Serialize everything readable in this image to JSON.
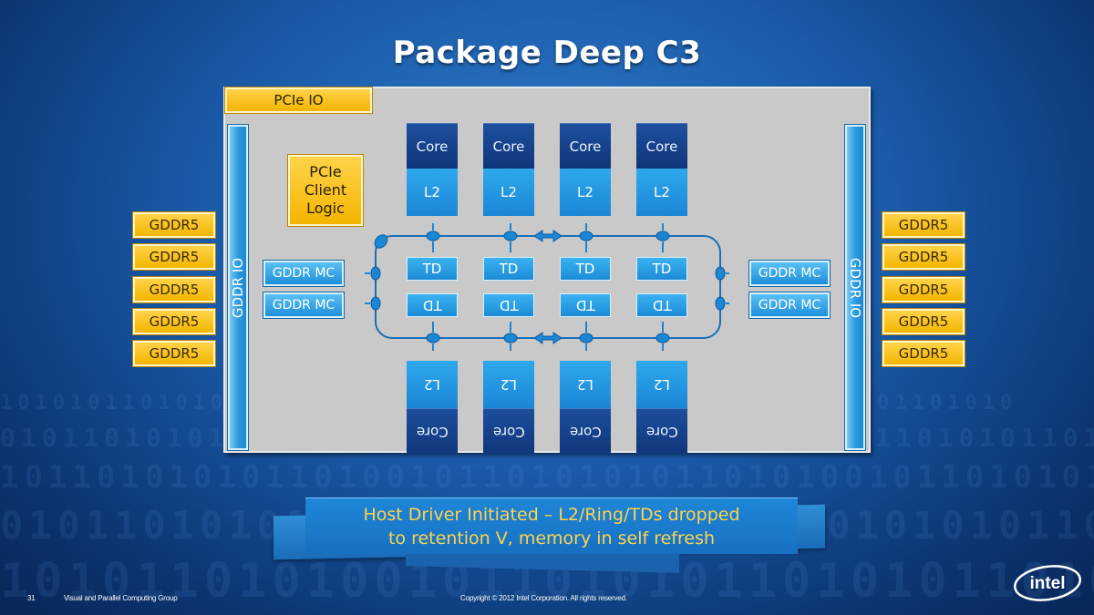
{
  "slide": {
    "title": "Package Deep C3",
    "page_number": "31",
    "group": "Visual and Parallel Computing Group",
    "copyright": "Copyright © 2012 Intel Corporation. All rights reserved.",
    "logo_text": "intel"
  },
  "diagram": {
    "pcie_io": "PCIe IO",
    "pcie_logic": [
      "PCIe",
      "Client",
      "Logic"
    ],
    "io_left": "GDDR IO",
    "io_right": "GDDR IO",
    "mc_left": [
      "GDDR MC",
      "GDDR MC"
    ],
    "mc_right": [
      "GDDR MC",
      "GDDR MC"
    ],
    "gddr_left": [
      "GDDR5",
      "GDDR5",
      "GDDR5",
      "GDDR5",
      "GDDR5"
    ],
    "gddr_right": [
      "GDDR5",
      "GDDR5",
      "GDDR5",
      "GDDR5",
      "GDDR5"
    ],
    "top_cores": [
      "Core",
      "Core",
      "Core",
      "Core"
    ],
    "top_l2": [
      "L2",
      "L2",
      "L2",
      "L2"
    ],
    "top_td": [
      "TD",
      "TD",
      "TD",
      "TD"
    ],
    "bottom_td": [
      "TD",
      "TD",
      "TD",
      "TD"
    ],
    "bottom_l2": [
      "L2",
      "L2",
      "L2",
      "L2"
    ],
    "bottom_cores": [
      "Core",
      "Core",
      "Core",
      "Core"
    ]
  },
  "banner": {
    "line1": "Host Driver Initiated – L2/Ring/TDs dropped",
    "line2": "to retention V, memory in self refresh"
  },
  "colors": {
    "background": "#1a5aa8",
    "diagram_bg": "#c9c9c9",
    "yellow": "#f3b500",
    "light_blue": "#2b9be0",
    "dark_blue": "#10367a",
    "banner_text": "#ffd34a"
  }
}
